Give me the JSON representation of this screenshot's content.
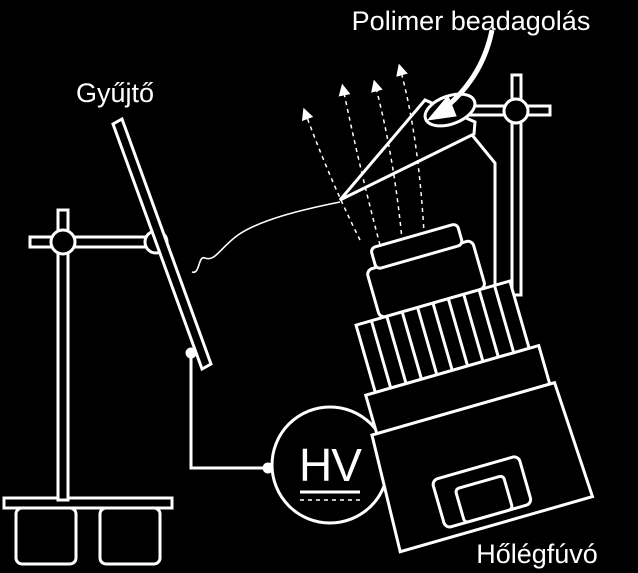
{
  "labels": {
    "polymer_feed": "Polimer beadagolás",
    "collector": "Gyűjtő",
    "hv": "HV",
    "heat_gun": "Hőlégfúvó"
  },
  "colors": {
    "background": "#000000",
    "foreground": "#ffffff"
  }
}
